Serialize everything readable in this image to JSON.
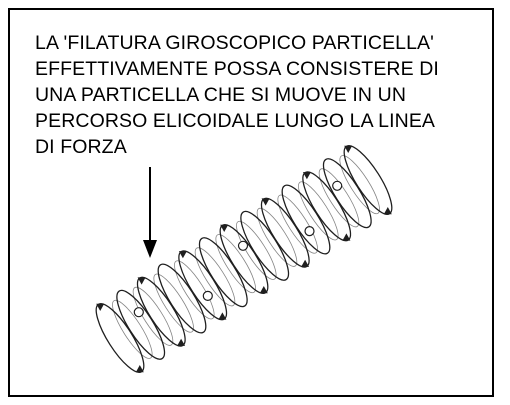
{
  "caption": {
    "lines": [
      "LA 'FILATURA GIROSCOPICO PARTICELLA'",
      "EFFETTIVAMENTE POSSA CONSISTERE DI",
      "UNA PARTICELLA CHE SI MUOVE IN UN",
      "PERCORSO ELICOIDALE LUNGO LA LINEA",
      "DI FORZA"
    ]
  },
  "colors": {
    "ink": "#000000",
    "spiral_stroke": "#1f1f1f",
    "background": "#ffffff"
  },
  "icons": {
    "pointer": "down-arrow-icon",
    "helix": "helical-path-icon",
    "particle": "particle-dot-icon",
    "direction": "direction-arrowhead-icon"
  }
}
